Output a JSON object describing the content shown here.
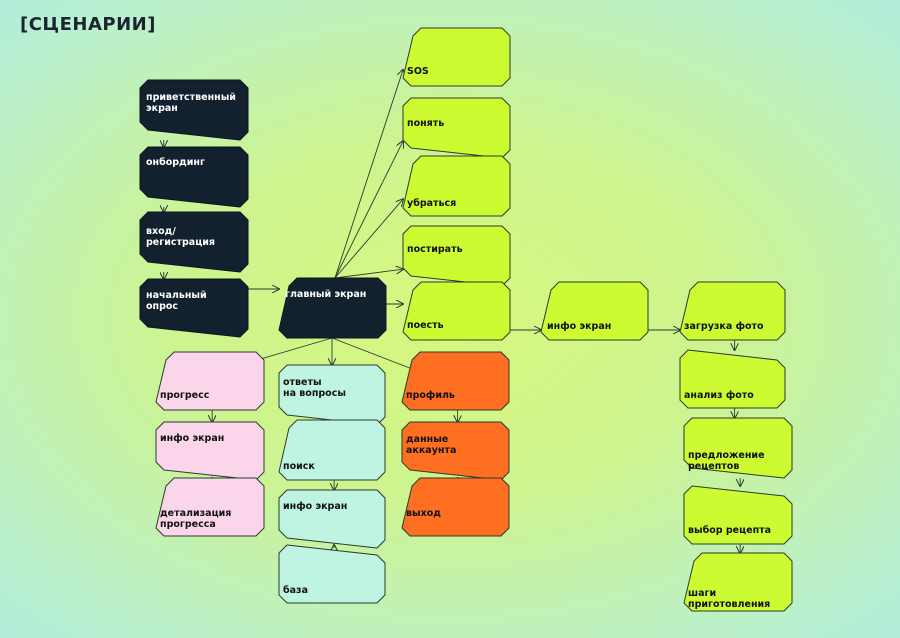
{
  "title": "[СЦЕНАРИИ]",
  "colors": {
    "dark": "#13212f",
    "lime": "#cdfb32",
    "pink": "#fbd6ea",
    "mint": "#bff4e2",
    "orange": "#ff6f22",
    "stroke": "#2b3a2e",
    "text_dark_bg": "#ffffff",
    "text_light_bg": "#111111"
  },
  "nodes": [
    {
      "id": "welcome",
      "label": "приветственный\nэкран",
      "color": "dark"
    },
    {
      "id": "onboarding",
      "label": "онбординг",
      "color": "dark"
    },
    {
      "id": "login",
      "label": "вход/\nрегистрация",
      "color": "dark"
    },
    {
      "id": "survey",
      "label": "начальный\nопрос",
      "color": "dark"
    },
    {
      "id": "main",
      "label": "главный экран",
      "color": "dark"
    },
    {
      "id": "sos",
      "label": "SOS",
      "color": "lime"
    },
    {
      "id": "understand",
      "label": "понять",
      "color": "lime"
    },
    {
      "id": "clean",
      "label": "убраться",
      "color": "lime"
    },
    {
      "id": "wash",
      "label": "постирать",
      "color": "lime"
    },
    {
      "id": "eat",
      "label": "поесть",
      "color": "lime"
    },
    {
      "id": "info1",
      "label": "инфо экран",
      "color": "lime"
    },
    {
      "id": "upload",
      "label": "загрузка фото",
      "color": "lime"
    },
    {
      "id": "analysis",
      "label": "анализ фото",
      "color": "lime"
    },
    {
      "id": "recipes",
      "label": "предложение\nрецептов",
      "color": "lime"
    },
    {
      "id": "choose",
      "label": "выбор рецепта",
      "color": "lime"
    },
    {
      "id": "steps",
      "label": "шаги\nприготовления",
      "color": "lime"
    },
    {
      "id": "progress",
      "label": "прогресс",
      "color": "pink"
    },
    {
      "id": "info2",
      "label": "инфо экран",
      "color": "pink"
    },
    {
      "id": "detail",
      "label": "детализация\nпрогресса",
      "color": "pink"
    },
    {
      "id": "answers",
      "label": "ответы\nна вопросы",
      "color": "mint"
    },
    {
      "id": "search",
      "label": "поиск",
      "color": "mint"
    },
    {
      "id": "info3",
      "label": "инфо экран",
      "color": "mint"
    },
    {
      "id": "base",
      "label": "база",
      "color": "mint"
    },
    {
      "id": "profile",
      "label": "профиль",
      "color": "orange"
    },
    {
      "id": "account",
      "label": "данные\nаккаунта",
      "color": "orange"
    },
    {
      "id": "exit",
      "label": "выход",
      "color": "orange"
    }
  ],
  "edges": [
    [
      "welcome",
      "onboarding"
    ],
    [
      "onboarding",
      "login"
    ],
    [
      "login",
      "survey"
    ],
    [
      "survey",
      "main"
    ],
    [
      "main",
      "sos"
    ],
    [
      "main",
      "understand"
    ],
    [
      "main",
      "clean"
    ],
    [
      "main",
      "wash"
    ],
    [
      "main",
      "eat"
    ],
    [
      "eat",
      "info1"
    ],
    [
      "info1",
      "upload"
    ],
    [
      "upload",
      "analysis"
    ],
    [
      "analysis",
      "recipes"
    ],
    [
      "recipes",
      "choose"
    ],
    [
      "choose",
      "steps"
    ],
    [
      "main",
      "progress"
    ],
    [
      "main",
      "answers"
    ],
    [
      "main",
      "profile"
    ],
    [
      "progress",
      "info2"
    ],
    [
      "info2",
      "detail"
    ],
    [
      "answers",
      "search"
    ],
    [
      "search",
      "info3"
    ],
    [
      "info3",
      "base"
    ],
    [
      "profile",
      "account"
    ],
    [
      "account",
      "exit"
    ]
  ]
}
